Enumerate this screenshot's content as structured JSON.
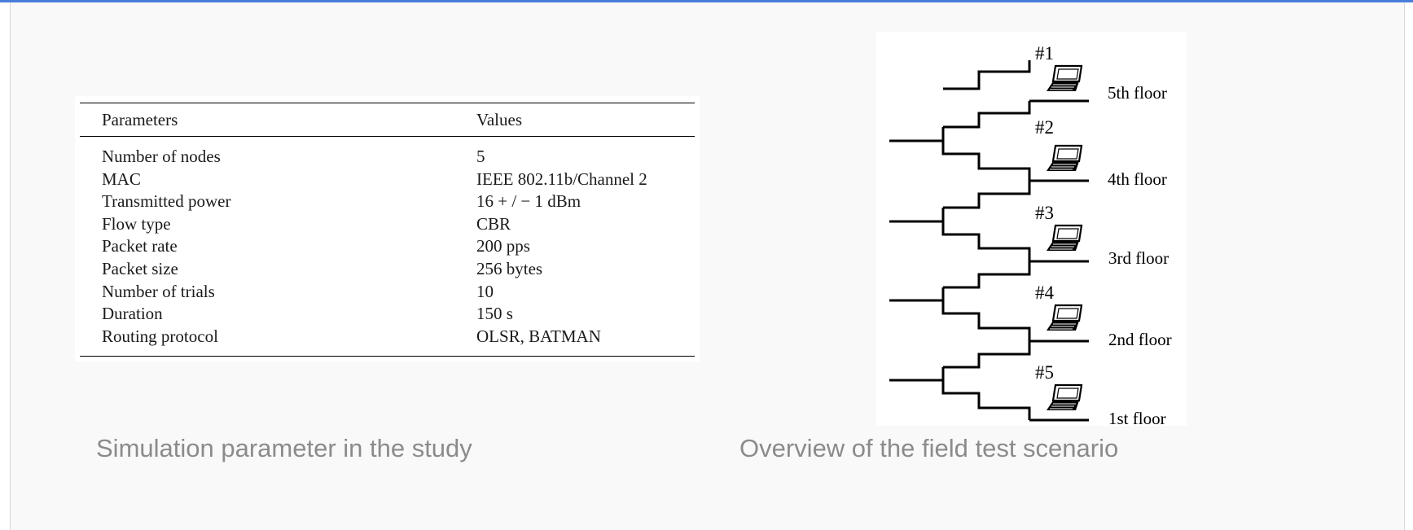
{
  "table": {
    "header": [
      "Parameters",
      "Values"
    ],
    "rows": [
      [
        "Number of nodes",
        "5"
      ],
      [
        "MAC",
        "IEEE 802.11b/Channel 2"
      ],
      [
        "Transmitted power",
        "16 + / − 1 dBm"
      ],
      [
        "Flow type",
        "CBR"
      ],
      [
        "Packet rate",
        "200 pps"
      ],
      [
        "Packet size",
        "256 bytes"
      ],
      [
        "Number of trials",
        "10"
      ],
      [
        "Duration",
        "150 s"
      ],
      [
        "Routing protocol",
        "OLSR, BATMAN"
      ]
    ]
  },
  "captions": {
    "left": "Simulation parameter in the study",
    "right": "Overview of the field test scenario"
  },
  "diagram": {
    "nodes": [
      {
        "id": "#1",
        "floor": "5th floor"
      },
      {
        "id": "#2",
        "floor": "4th floor"
      },
      {
        "id": "#3",
        "floor": "3rd floor"
      },
      {
        "id": "#4",
        "floor": "2nd floor"
      },
      {
        "id": "#5",
        "floor": "1st floor"
      }
    ],
    "icon": "laptop-icon"
  },
  "colors": {
    "accent": "#4a7ddb",
    "panel": "#f9f9f9",
    "caption": "#8b8b8b"
  }
}
